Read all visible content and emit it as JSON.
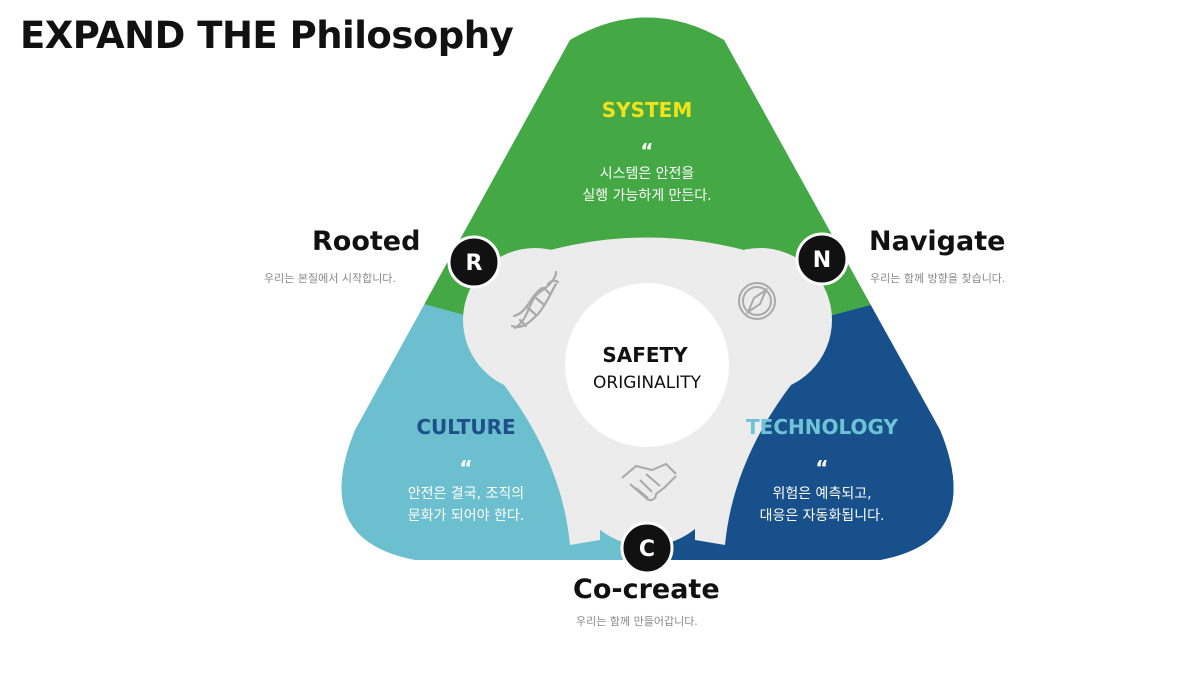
{
  "title": "EXPAND THE Philosophy",
  "center": {
    "line1": "SAFETY",
    "line2": "ORIGINALITY"
  },
  "sections": {
    "system": {
      "title": "SYSTEM",
      "quote": "“",
      "line1": "시스템은 안전을",
      "line2": "실행 가능하게 만든다."
    },
    "culture": {
      "title": "CULTURE",
      "quote": "“",
      "line1": "안전은 결국, 조직의",
      "line2": "문화가 되어야 한다."
    },
    "technology": {
      "title": "TECHNOLOGY",
      "quote": "“",
      "line1": "위험은 예측되고,",
      "line2": "대응은 자동화됩니다."
    }
  },
  "nodes": {
    "rooted": {
      "letter": "R",
      "label": "Rooted",
      "sub": "우리는 본질에서 시작합니다."
    },
    "navigate": {
      "letter": "N",
      "label": "Navigate",
      "sub": "우리는 함께 방향을 찾습니다."
    },
    "cocreate": {
      "letter": "C",
      "label": "Co-create",
      "sub": "우리는 함께 만들어갑니다."
    }
  },
  "icons": [
    "dna-icon",
    "compass-icon",
    "handshake-icon"
  ],
  "colors": {
    "system": "#44a944",
    "culture": "#6cbfcf",
    "technology": "#17508a",
    "system_title": "#f2e21c",
    "culture_title": "#1d4f8a",
    "technology_title": "#6ec4d6",
    "trefoil": "#ececec",
    "node": "#111111"
  }
}
